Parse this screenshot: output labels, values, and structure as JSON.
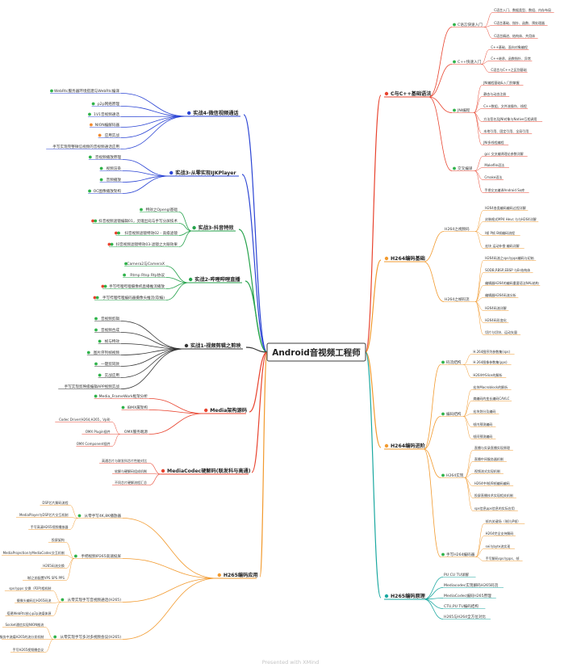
{
  "root": {
    "label": "Android音视频工程师"
  },
  "footer": "Presented with XMind",
  "colors": {
    "red": "#e8432e",
    "orange": "#f29a2e",
    "teal": "#1aa8a0",
    "blue": "#2b44d4",
    "green": "#25a24b",
    "black": "#333333"
  },
  "branches": [
    {
      "id": "cpp",
      "label": "C与C++基础语法",
      "color": "#e8432e",
      "children": [
        {
          "label": "C语言快速入门",
          "icon": "green-dot-icon",
          "children": [
            "C语言入门、数据类型、数组、内存布局",
            "C语言基础、指针、函数、预处理器",
            "C语言精进、结构体、共用体"
          ]
        },
        {
          "label": "C++快速入门",
          "icon": "green-dot-icon",
          "children": [
            "C++基础、面向对象编程",
            "C++继承、函数指针、异常",
            "C语言与C++之区别基础"
          ]
        },
        {
          "label": "JNI编程",
          "icon": "green-dot-icon",
          "children": [
            "JNI编程基础&入门到掌握",
            "静态与动态注册",
            "C++数组、文件流操作、线程",
            "方法签名及JNI对象与Native互相调用",
            "本地引用、固定引用、全局引用",
            "JNI多线程编程"
          ]
        },
        {
          "label": "交叉编译",
          "icon": "green-dot-icon",
          "children": [
            "gcc 交叉编译理论参数详解",
            "Makefile语法",
            "Cmake语法",
            "手把交叉编译Android So库"
          ]
        }
      ]
    },
    {
      "id": "h264base",
      "label": "H264编码基础",
      "color": "#f29a2e",
      "children": [
        {
          "label": "H264之视频码",
          "icon": "",
          "children": [
            "H264各类编码编码过程详解",
            "封装格式MP4 Hevc 与与H264详解",
            "I帧 P帧 B帧编码流程",
            "宏块 运动补偿 编码详解"
          ]
        },
        {
          "label": "H264之帧码流",
          "icon": "",
          "children": [
            "H264码流之sps与pps编码与初始",
            "SODB,RBSP,EBSP 与B-结构体",
            "编辑器H264的编码重要语法NAL结构",
            "编辑器H264码流分析",
            "H264码流详解",
            "H264码形变化",
            "切片与切块、运动矢量"
          ]
        }
      ]
    },
    {
      "id": "h264adv",
      "label": "H264编码进阶",
      "color": "#f29a2e",
      "children": [
        {
          "label": "码流结构",
          "icon": "green-dot-icon",
          "children": [
            "H.264图序列参数集(sps)",
            "H.264图像参数集(pps)",
            "H264中Slice的解析"
          ]
        },
        {
          "label": "编码结构",
          "icon": "green-dot-icon",
          "children": [
            "宏块Macroblock的解析",
            "熵编码的变长编码CAVLC",
            "宏块划分及编码",
            "帧内预测编码",
            "帧间预测编码"
          ]
        },
        {
          "label": "H264实现",
          "icon": "green-dot-icon",
          "children": [
            "直播与实录直播实现原理",
            "直播中间服务器机制",
            "视频流式实现机制",
            "H264中I帧/B帧编码编码",
            "投屏直播技术实现相关机制",
            "sps信息pps信息的实际应用"
          ]
        },
        {
          "label": "手写H264编码器",
          "icon": "green-dot-icon",
          "children": [
            "帧内关键场（I帧与P帧）",
            "H264完全支持解码",
            "sei与byte流实现",
            "手写解码sps与pps、帧"
          ]
        }
      ]
    },
    {
      "id": "h265base",
      "label": "H265编码原理",
      "color": "#1aa8a0",
      "children": [
        {
          "label": "PU CU TU详解",
          "icon": "",
          "children": []
        },
        {
          "label": "Mediacodec实现解码H265码流",
          "icon": "",
          "children": []
        },
        {
          "label": "MediaCodec编码H265原理",
          "icon": "",
          "children": []
        },
        {
          "label": "CTU,PU TU编码结构",
          "icon": "",
          "children": []
        },
        {
          "label": "H265与H264全方位对比",
          "icon": "",
          "children": []
        }
      ]
    },
    {
      "id": "webrtc",
      "label": "实战4-微信视频通话",
      "color": "#2b44d4",
      "children": [
        {
          "label": "WebRtc服务器环境搭建与WebRtc编译",
          "icon": "green-dot-icon",
          "children": []
        },
        {
          "label": "p2p网络原理",
          "icon": "green-dot-icon",
          "children": []
        },
        {
          "label": "1V1音视频通话",
          "icon": "green-dot-icon",
          "children": []
        },
        {
          "label": "NION编解码器",
          "icon": "orange-dot-icon",
          "children": []
        },
        {
          "label": "应用实战",
          "icon": "orange-dot-icon",
          "children": []
        },
        {
          "label": "手写实现完整微信视频的音视频通话应用",
          "icon": "",
          "children": []
        }
      ]
    },
    {
      "id": "player",
      "label": "实战3-从零实现IJKPlayer",
      "color": "#2b44d4",
      "children": [
        {
          "label": "音视频播放原理",
          "icon": "green-dot-icon",
          "children": []
        },
        {
          "label": "视频渲染",
          "icon": "green-dot-icon",
          "children": []
        },
        {
          "label": "音频播放",
          "icon": "green-dot-icon",
          "children": []
        },
        {
          "label": "OC图像播放架构",
          "icon": "green-dot-icon",
          "children": []
        }
      ]
    },
    {
      "id": "douyin",
      "label": "实战3-抖音特效",
      "color": "#25a24b",
      "children": [
        {
          "label": "特效之Opengl基础",
          "icon": "green-dot-icon",
          "children": []
        },
        {
          "label": "抖音视频滤镜编辑01，灵魂出窍与手写分屏技术",
          "icon": "red-green-icon",
          "children": []
        },
        {
          "label": "抖音视频滤镜特效02 - 高级滤镜",
          "icon": "red-green-icon",
          "children": []
        },
        {
          "label": "抖音视频滤镜特效03-滤镜之大眼效果",
          "icon": "red-green-icon",
          "children": []
        }
      ]
    },
    {
      "id": "live",
      "label": "实战2-哔哩哔哩直播",
      "color": "#25a24b",
      "children": [
        {
          "label": "Camera2与CameraX",
          "icon": "green-dot-icon",
          "children": []
        },
        {
          "label": "Rtmp Rtsp Rtp协议",
          "icon": "green-dot-icon",
          "children": []
        },
        {
          "label": "手写哔哩哔哩摄像机直播推流播放",
          "icon": "red-green-icon",
          "children": []
        },
        {
          "label": "手写哔哩哔哩编码器摄像头推流(软编)",
          "icon": "red-green-icon",
          "children": []
        }
      ]
    },
    {
      "id": "editor",
      "label": "实战1-视频剪辑之剪映",
      "color": "#333333",
      "children": [
        {
          "label": "音视频剪辑",
          "icon": "green-dot-icon",
          "children": []
        },
        {
          "label": "音视频合成",
          "icon": "green-dot-icon",
          "children": []
        },
        {
          "label": "帧与特效",
          "icon": "green-dot-icon",
          "children": []
        },
        {
          "label": "图片序列帧视频",
          "icon": "green-dot-icon",
          "children": []
        },
        {
          "label": "一键剪同款",
          "icon": "green-dot-icon",
          "children": []
        },
        {
          "label": "实战应用",
          "icon": "green-dot-icon",
          "children": []
        },
        {
          "label": "手写实现剪映级编辑APP视频实战",
          "icon": "",
          "children": []
        }
      ]
    },
    {
      "id": "media",
      "label": "Media架构源码",
      "color": "#e8432e",
      "children": [
        {
          "label": "Media_FrameWork框架分析",
          "icon": "green-dot-icon",
          "children": []
        },
        {
          "label": "IBMX属架构",
          "icon": "green-dot-icon",
          "children": []
        },
        {
          "label": "OMX服务端源",
          "icon": "",
          "children": [
            "Codec Driver(H264,H265，Vp8)",
            "OMX Plugin插件",
            "OMX Component插件"
          ]
        }
      ]
    },
    {
      "id": "mediacodec",
      "label": "MediaCodec硬解码(联发科与高通)",
      "color": "#e8432e",
      "children": [
        {
          "label": "",
          "icon": "",
          "children": [
            "高通芯片与联发科芯片性能对比",
            "软解与硬解码组成机制",
            "不同芯片硬解流程汇总"
          ]
        }
      ]
    },
    {
      "id": "h265app",
      "label": "H265编码应用",
      "color": "#f29a2e",
      "children": [
        {
          "label": "从零手写4K,8K播放器",
          "icon": "green-dot-icon",
          "children": [
            "DSP芯片解码流程",
            "MediaPlayer与DSP芯片交互机制",
            "手写高清H265视频播放器"
          ]
        },
        {
          "label": "手把视频IP265高速投屏",
          "icon": "green-dot-icon",
          "children": [
            "投屏架构",
            "MediaProjection与MediaCodec交互机制",
            "H265码流交换",
            "I帧之前配置VPS SPS PPS"
          ]
        },
        {
          "label": "从零实现手写音视频通话(H265)",
          "icon": "green-dot-icon",
          "children": [
            "sps与pps 交换（P2P)相机制",
            "摄像头编码后H265码流",
            "搭建WebRtc核心p2p流媒体源"
          ]
        },
        {
          "label": "从零实现手写多对多视频会议(H265)",
          "icon": "green-dot-icon",
          "children": [
            "Socket通信实现NION推流",
            "多对多会议服务中流媒H265的流分发机制",
            "手写H265视频播会议"
          ]
        }
      ]
    }
  ]
}
